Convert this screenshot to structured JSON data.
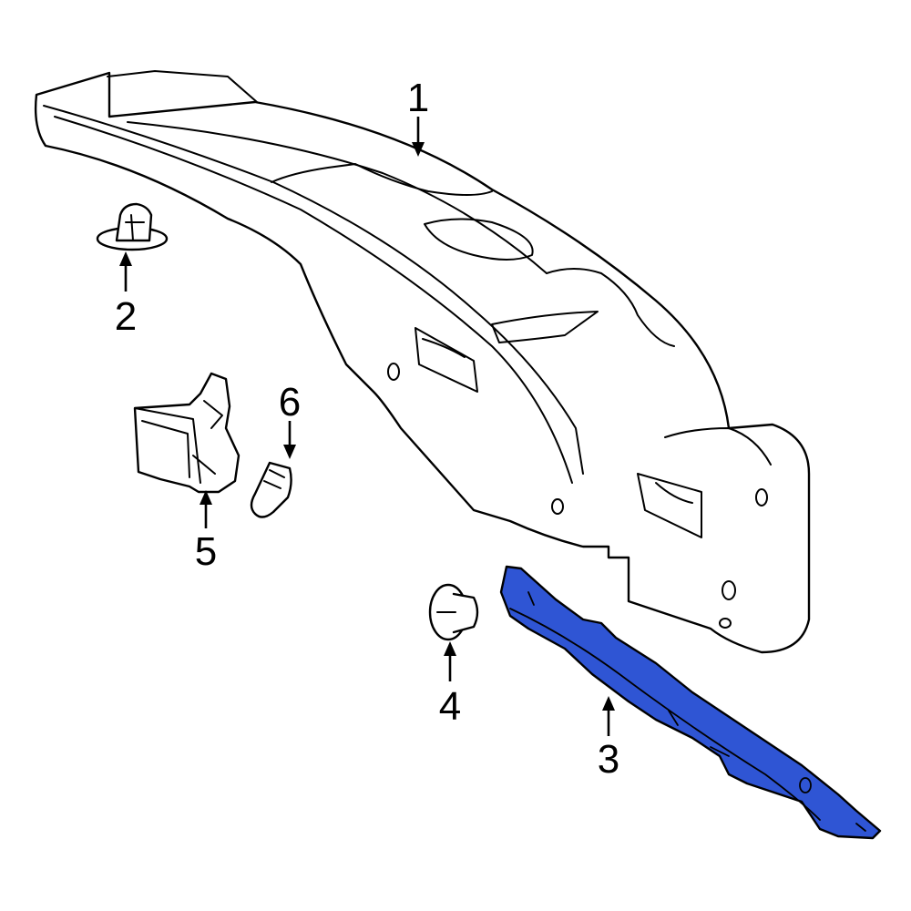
{
  "diagram": {
    "highlight_color": "#2f55d4",
    "line_color": "#000000",
    "background": "#ffffff",
    "parts": [
      {
        "id": "1",
        "label": "1"
      },
      {
        "id": "2",
        "label": "2"
      },
      {
        "id": "3",
        "label": "3"
      },
      {
        "id": "4",
        "label": "4"
      },
      {
        "id": "5",
        "label": "5"
      },
      {
        "id": "6",
        "label": "6"
      }
    ]
  }
}
